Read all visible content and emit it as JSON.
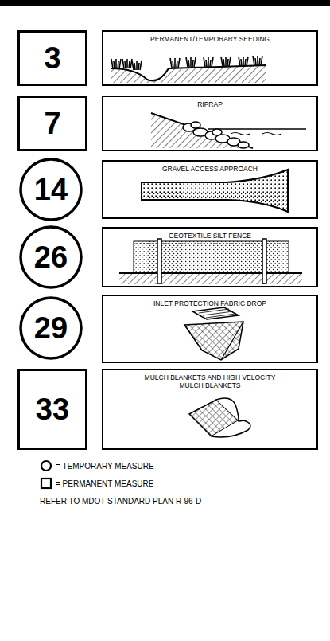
{
  "diagram": {
    "nodes": [
      {
        "text": [
          "3"
        ]
      },
      {
        "text": [
          "PERMANENT/TEMPORARY SEEDING"
        ]
      },
      {
        "text": [
          "7"
        ]
      },
      {
        "text": [
          "RIPRAP"
        ]
      },
      {
        "text": [
          "14"
        ]
      },
      {
        "text": [
          "GRAVEL ACCESS APPROACH"
        ]
      },
      {
        "text": [
          "26"
        ]
      },
      {
        "text": [
          "GEOTEXTILE SILT FENCE"
        ]
      },
      {
        "text": [
          "29"
        ]
      },
      {
        "text": [
          "INLET PROTECTION FABRIC DROP"
        ]
      },
      {
        "text": [
          "33"
        ]
      },
      {
        "text": [
          "MULCH BLANKETS AND HIGH VELOCITY MULCH BLANKETS"
        ]
      }
    ],
    "labels": [
      "REFER TO MDOT STANDARD PLAN R-96-D"
    ],
    "legend": [
      {
        "text": "= TEMPORARY MEASURE"
      },
      {
        "text": "= PERMANENT MEASURE"
      }
    ]
  }
}
